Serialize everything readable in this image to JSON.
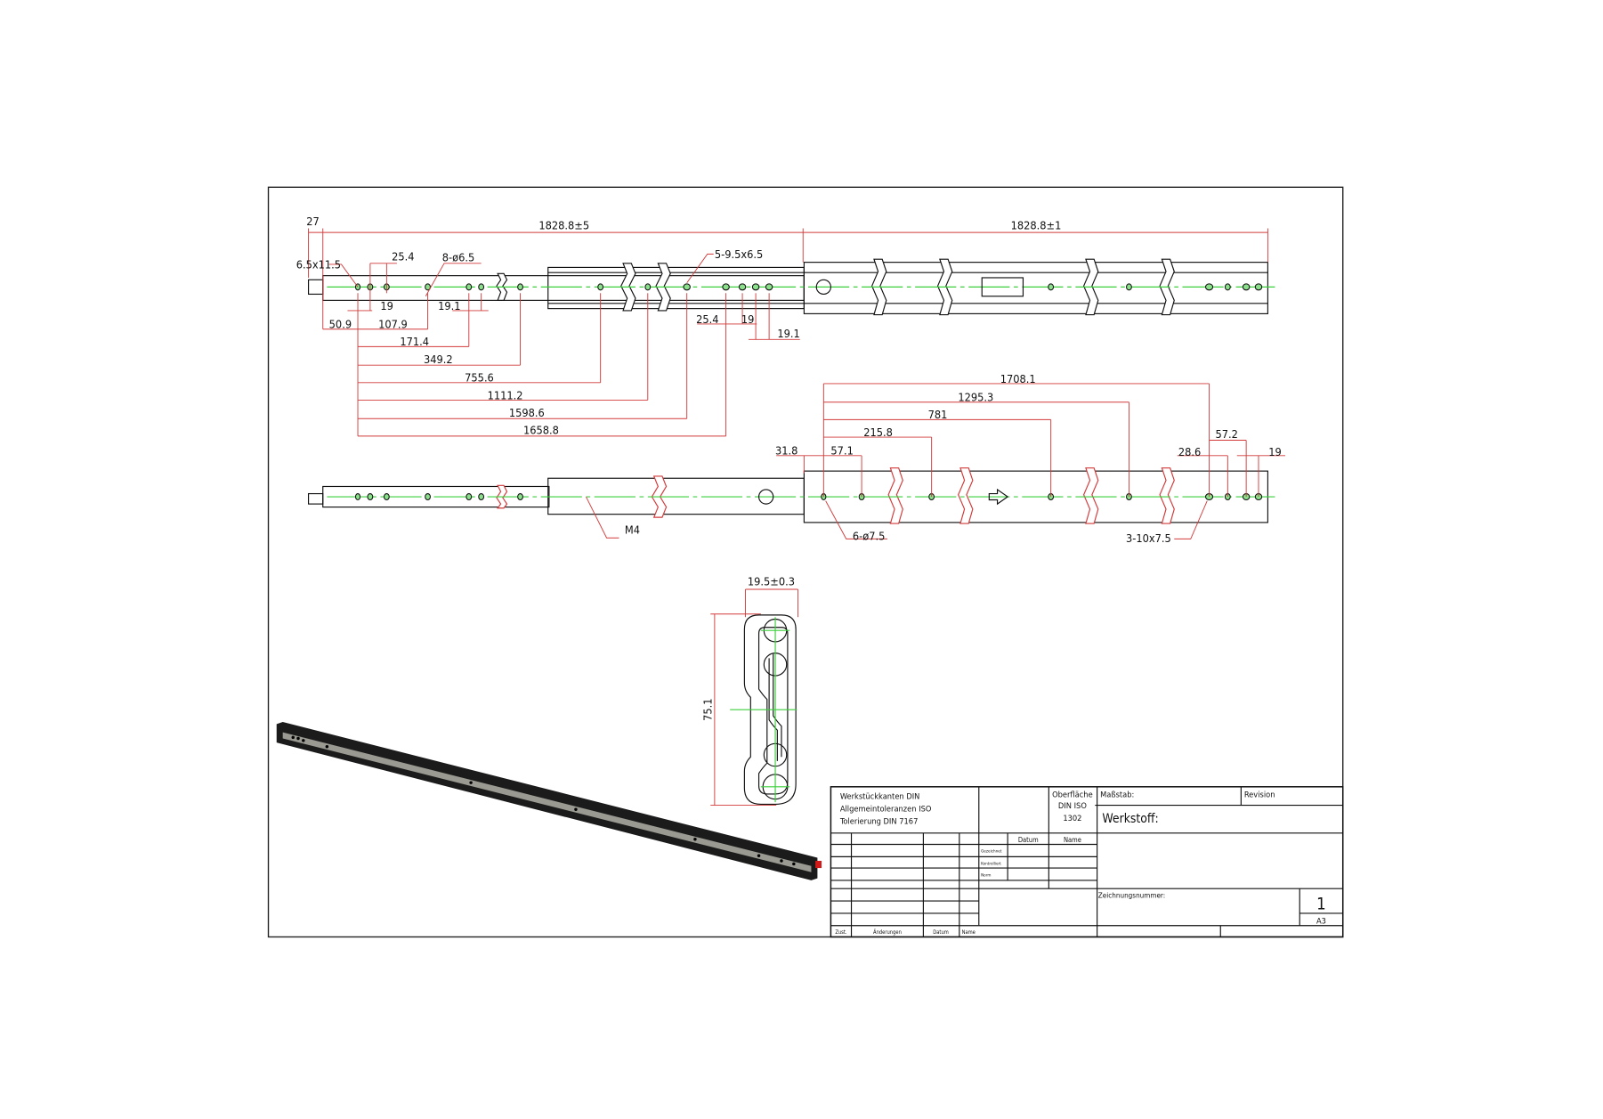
{
  "drawing": {
    "top_view": {
      "d27": "27",
      "overall_closed": "1828.8±5",
      "overall_travel": "1828.8±1",
      "slot": "6.5x11.5",
      "d25_4_a": "25.4",
      "holes_8": "8-ø6.5",
      "slots_5": "5-9.5x6.5",
      "d19_a": "19",
      "d19_1_a": "19.1",
      "d50_9": "50.9",
      "d107_9": "107.9",
      "d171_4": "171.4",
      "d349_2": "349.2",
      "d755_6": "755.6",
      "d1111_2": "1111.2",
      "d1598_6": "1598.6",
      "d1658_8": "1658.8",
      "d25_4_b": "25.4",
      "d19_b": "19",
      "d19_1_b": "19.1"
    },
    "bottom_view": {
      "d1708_1": "1708.1",
      "d1295_3": "1295.3",
      "d781": "781",
      "d215_8": "215.8",
      "d31_8": "31.8",
      "d57_1": "57.1",
      "d28_6": "28.6",
      "d57_2": "57.2",
      "d19": "19",
      "m4": "M4",
      "holes_6": "6-ø7.5",
      "slots_3": "3-10x7.5"
    },
    "profile": {
      "width": "19.5±0.3",
      "height": "75.1"
    }
  },
  "title_block": {
    "notes": [
      "Werkstückkanten DIN",
      "Allgemeintoleranzen ISO",
      "Tolerierung DIN 7167"
    ],
    "surface": [
      "Oberfläche",
      "DIN ISO",
      "1302"
    ],
    "scale_label": "Maßstab:",
    "revision_label": "Revision",
    "material_label": "Werkstoff:",
    "datum_header": "Datum",
    "name_header": "Name",
    "row_gezeichnet": "Gezeichnet",
    "row_kontrolliert": "Kontrolliert",
    "row_norm": "Norm",
    "drawing_number_label": "Zeichnungsnummer:",
    "sheet": "1",
    "format": "A3",
    "col_zust": "Zust.",
    "col_aenderungen": "Änderungen",
    "col_datum": "Datum",
    "col_name": "Name"
  },
  "colors": {
    "dimension": "#d23a3a",
    "centerline": "#3ccf3c",
    "outline": "#111111"
  }
}
